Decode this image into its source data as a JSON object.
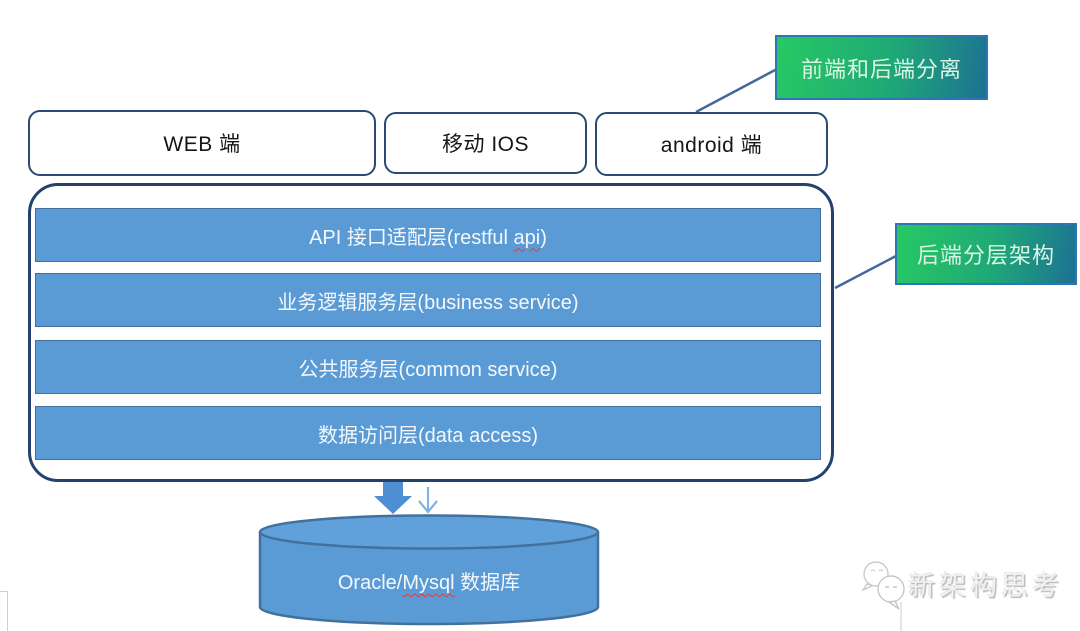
{
  "clients": [
    {
      "label": "WEB 端"
    },
    {
      "label": "移动 IOS"
    },
    {
      "label": "android 端"
    }
  ],
  "annotations": [
    {
      "label": "前端和后端分离"
    },
    {
      "label": "后端分层架构"
    }
  ],
  "layers": [
    {
      "pre": "API 接口适配层(restful ",
      "misspelled": "api",
      "post": ")"
    },
    {
      "pre": "业务逻辑服务层(business service)",
      "misspelled": "",
      "post": ""
    },
    {
      "pre": "公共服务层(common service)",
      "misspelled": "",
      "post": ""
    },
    {
      "pre": "数据访问层(data access)",
      "misspelled": "",
      "post": ""
    }
  ],
  "database": {
    "pre": "Oracle/",
    "misspelled": "Mysql",
    "post": " 数据库"
  },
  "watermark": {
    "label": "新架构思考"
  },
  "colors": {
    "layer_fill": "#5B9BD5",
    "layer_border": "#41719C",
    "outline_navy": "#24426B",
    "connector_blue": "#44689E",
    "green_gradient_start": "#27C963",
    "green_gradient_end": "#1D7193",
    "green_border": "#2E75B6",
    "spellcheck_red": "#E03C3C",
    "watermark_gray": "#D8D8D8"
  }
}
